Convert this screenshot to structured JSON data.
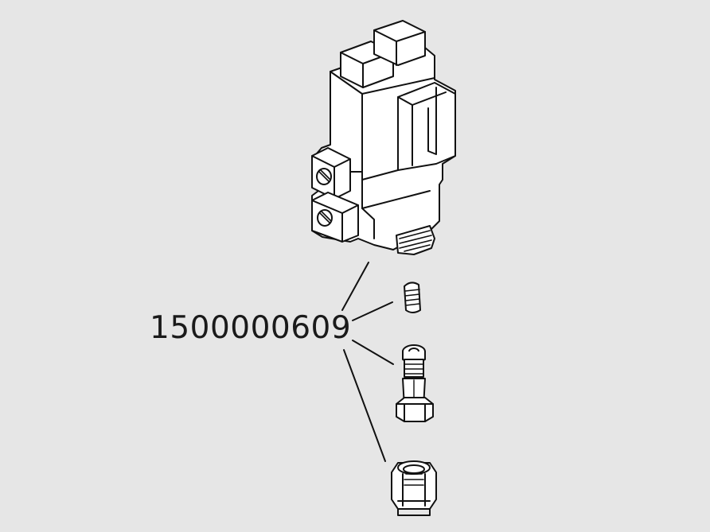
{
  "diagram": {
    "part_number": "1500000609",
    "background": "#e6e6e6",
    "line_color": "#111111",
    "fill_color": "#ffffff",
    "parts": [
      "valve-body",
      "spring",
      "valve-plunger",
      "nut-fitting"
    ]
  }
}
